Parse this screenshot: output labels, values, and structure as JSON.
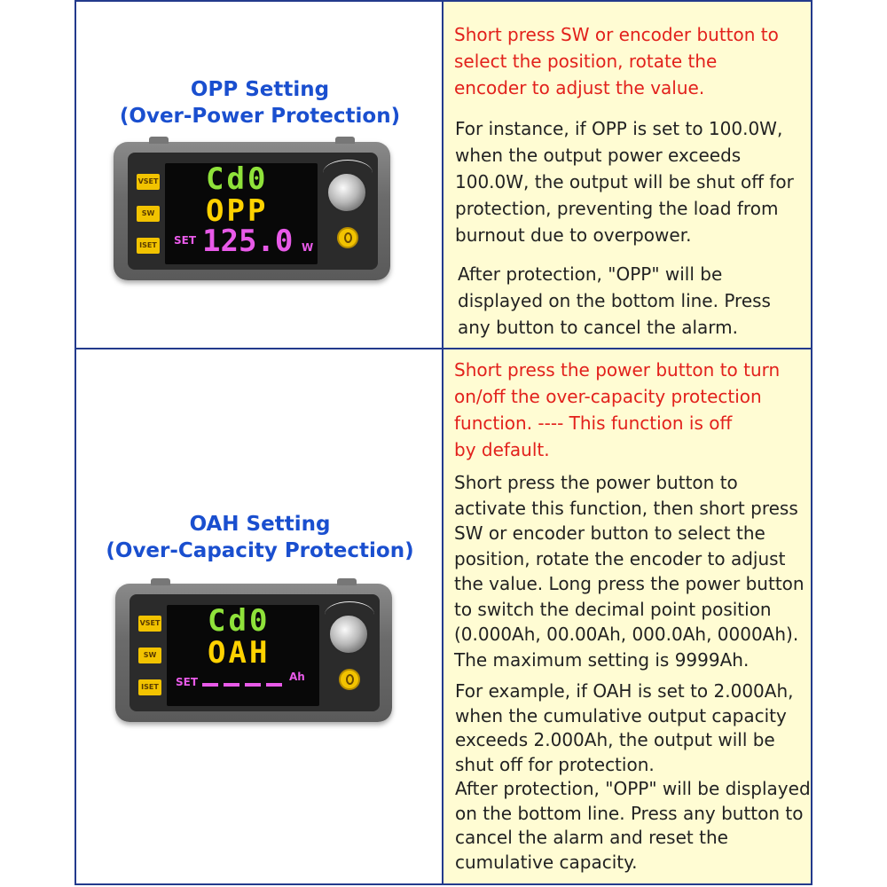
{
  "sections": [
    {
      "title_line1": "OPP Setting",
      "title_line2": "(Over-Power Protection)",
      "display": {
        "line1": "Cd0",
        "line2": "OPP",
        "set_label": "SET",
        "value": "125.0",
        "unit": "W"
      },
      "buttons": [
        "VSET",
        "SW",
        "ISET"
      ],
      "paragraphs": [
        {
          "color": "red",
          "text": "Short press SW or encoder button to\nselect the position, rotate the\nencoder to adjust the value."
        },
        {
          "color": "dark",
          "text": "For instance, if OPP is set to 100.0W,\nwhen the output power exceeds\n100.0W, the output will be shut off for\nprotection, preventing the load from\nburnout due to overpower."
        },
        {
          "color": "dark",
          "text": "After protection, \"OPP\" will be\ndisplayed on the bottom line. Press\nany button to cancel the alarm."
        }
      ]
    },
    {
      "title_line1": "OAH Setting",
      "title_line2": "(Over-Capacity Protection)",
      "display": {
        "line1": "Cd0",
        "line2": "OAH",
        "set_label": "SET",
        "value": "",
        "unit": "Ah"
      },
      "buttons": [
        "VSET",
        "SW",
        "ISET"
      ],
      "paragraphs": [
        {
          "color": "red",
          "text": "Short press the power button to turn\non/off the over-capacity protection\nfunction. ---- This function is off\nby default."
        },
        {
          "color": "dark",
          "text": "Short press the power button to\nactivate this function, then short press\nSW or encoder button to select the\nposition, rotate the encoder to adjust\nthe value. Long press the power button\nto switch the decimal point position\n(0.000Ah, 00.00Ah, 000.0Ah, 0000Ah).\nThe maximum setting is 9999Ah."
        },
        {
          "color": "dark",
          "text": "For example, if OAH is set to 2.000Ah,\nwhen the cumulative output capacity\nexceeds 2.000Ah, the output will be\nshut off for protection.\nAfter protection, \"OPP\" will be displayed\non the bottom line. Press any button to\ncancel the alarm and reset the\ncumulative capacity."
        }
      ]
    }
  ]
}
